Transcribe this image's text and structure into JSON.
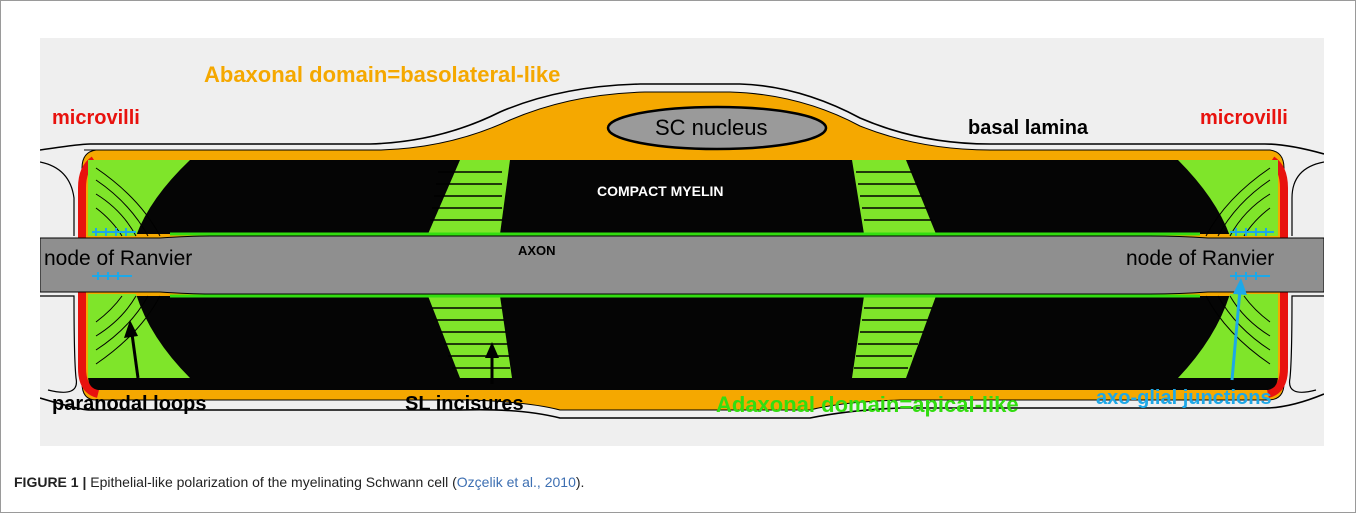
{
  "labels": {
    "abaxonal": "Abaxonal domain=basolateral-like",
    "microvilli_left": "microvilli",
    "microvilli_right": "microvilli",
    "sc_nucleus": "SC nucleus",
    "basal_lamina": "basal lamina",
    "compact_myelin": "COMPACT MYELIN",
    "axon": "AXON",
    "node_left": "node of Ranvier",
    "node_right": "node of Ranvier",
    "paranodal_loops": "paranodal loops",
    "sl_incisures": "SL incisures",
    "adaxonal": "Adaxonal domain=apical-like",
    "axo_glial": "axo-glial junctions"
  },
  "caption": {
    "figure": "FIGURE 1 |",
    "text": " Epithelial-like polarization of the myelinating Schwann cell (",
    "ref": "Ozçelik et al., 2010",
    "end": ")."
  },
  "colors": {
    "abaxonal": "#f5a800",
    "microvilli": "#e8120e",
    "adaxonal": "#33dd11",
    "axo_glial": "#1da8e8",
    "myelin": "#050505",
    "axon": "#8f8f8f",
    "loops": "#7fe52a",
    "basal_lamina": "#000000"
  }
}
